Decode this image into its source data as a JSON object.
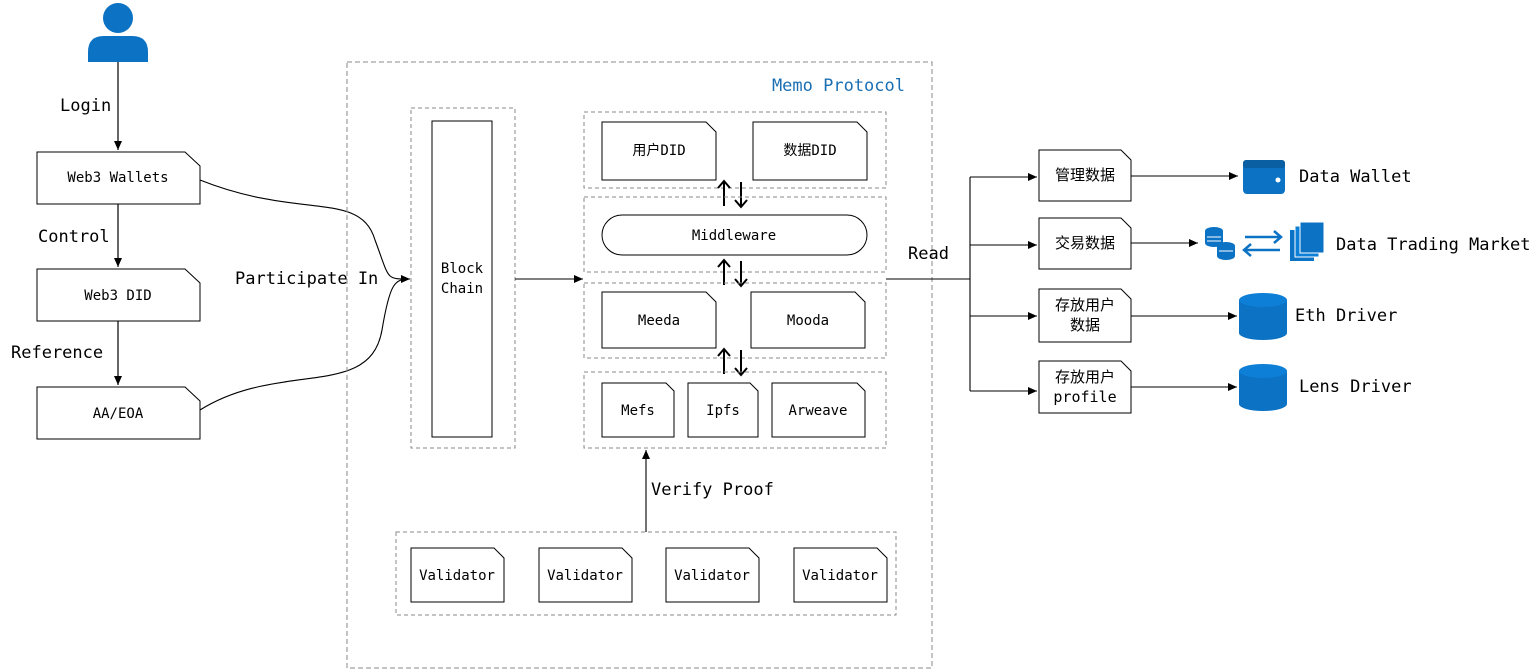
{
  "user": {
    "icon": "user-icon",
    "color": "#0b72c4"
  },
  "left_flow": {
    "edge_login": "Login",
    "wallets": "Web3 Wallets",
    "edge_control": "Control",
    "did": "Web3 DID",
    "edge_reference": "Reference",
    "aa": "AA/EOA",
    "edge_participate": "Participate In"
  },
  "protocol": {
    "title": "Memo Protocol",
    "title_color": "#1a6fb3",
    "blockchain_line1": "Block",
    "blockchain_line2": "Chain",
    "did_group": {
      "user_did": "用户DID",
      "data_did": "数据DID"
    },
    "middleware": "Middleware",
    "services": {
      "meeda": "Meeda",
      "mooda": "Mooda"
    },
    "storage": {
      "mefs": "Mefs",
      "ipfs": "Ipfs",
      "arweave": "Arweave"
    },
    "edge_verify": "Verify Proof",
    "validators": [
      "Validator",
      "Validator",
      "Validator",
      "Validator"
    ]
  },
  "right_flow": {
    "edge_read": "Read",
    "items": [
      {
        "line1": "管理数据",
        "line2": "",
        "target": "Data Wallet",
        "icon": "wallet-icon"
      },
      {
        "line1": "交易数据",
        "line2": "",
        "target": "Data Trading Market",
        "icon": "trading-icon"
      },
      {
        "line1": "存放用户",
        "line2": "数据",
        "target": "Eth Driver",
        "icon": "database-icon"
      },
      {
        "line1": "存放用户",
        "line2": "profile",
        "target": "Lens Driver",
        "icon": "database-icon"
      }
    ],
    "icon_color": "#0b72c4"
  }
}
